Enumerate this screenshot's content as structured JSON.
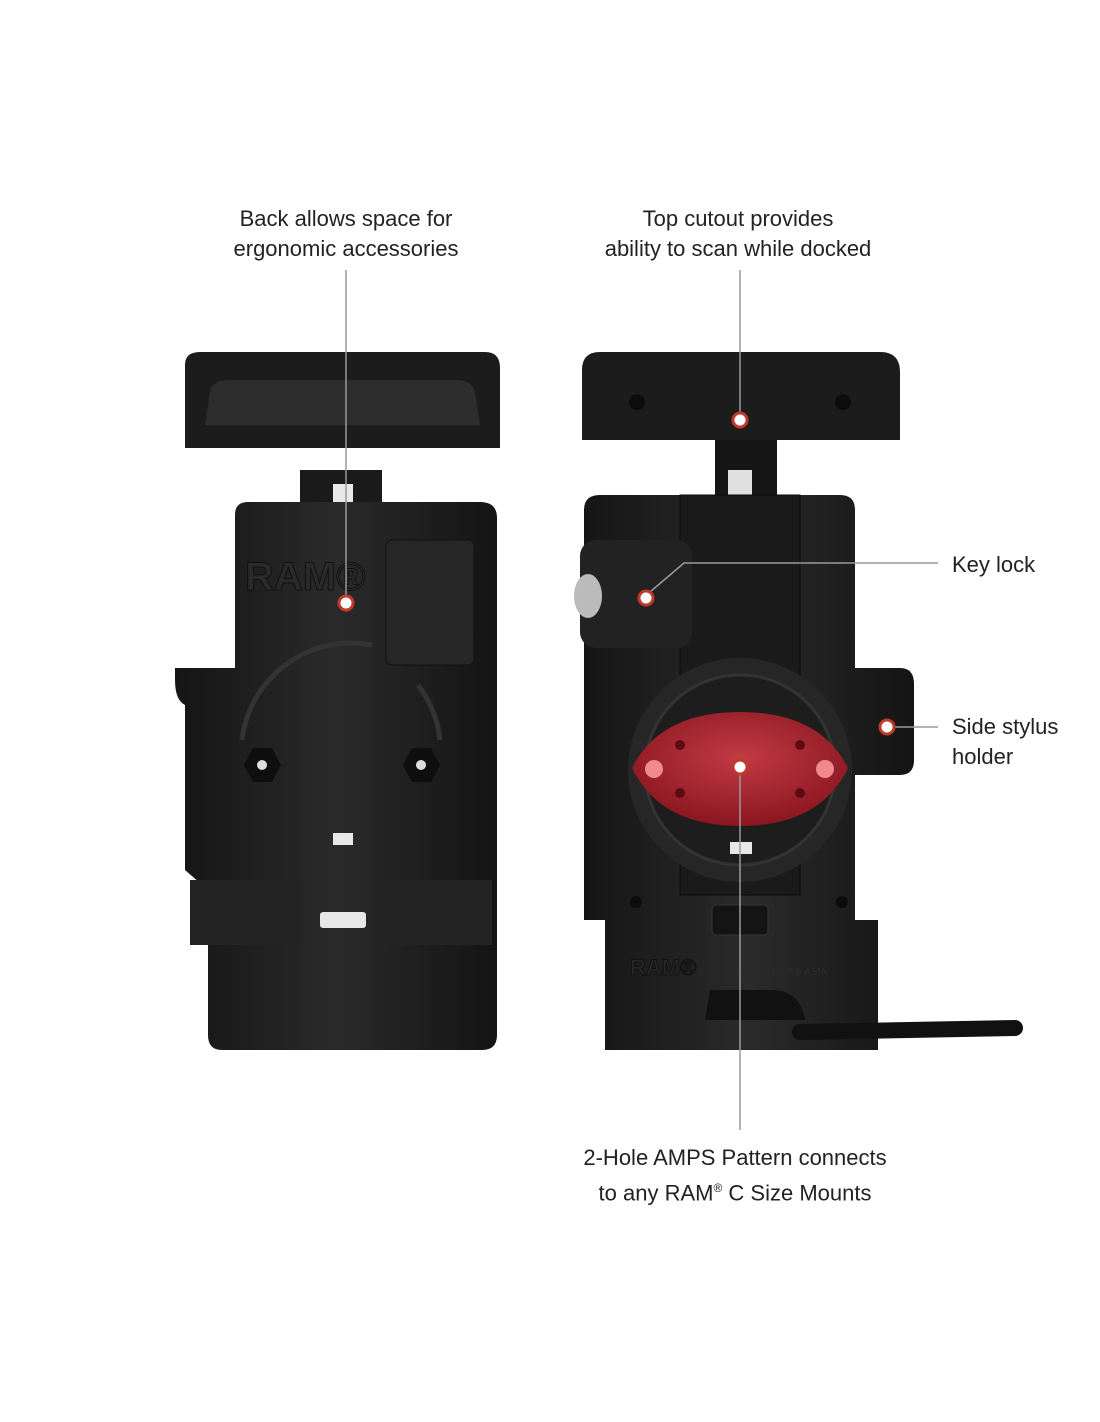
{
  "callouts": {
    "back": {
      "line1": "Back allows space for",
      "line2": "ergonomic accessories"
    },
    "top": {
      "line1": "Top cutout provides",
      "line2": "ability to scan while docked"
    },
    "key_lock": {
      "line1": "Key lock"
    },
    "stylus": {
      "line1": "Side stylus",
      "line2": "holder"
    },
    "amps": {
      "line1": "2-Hole AMPS Pattern connects",
      "line2_a": "to any RAM",
      "line2_reg": "®",
      "line2_b": " C Size Mounts"
    }
  },
  "product_markings": {
    "brand": "RAM®",
    "origin": "MADE IN USA & ASIA"
  },
  "colors": {
    "callout_dot": "#c0392b",
    "plate": "#9b1c24",
    "body": "#1e1e1e"
  }
}
